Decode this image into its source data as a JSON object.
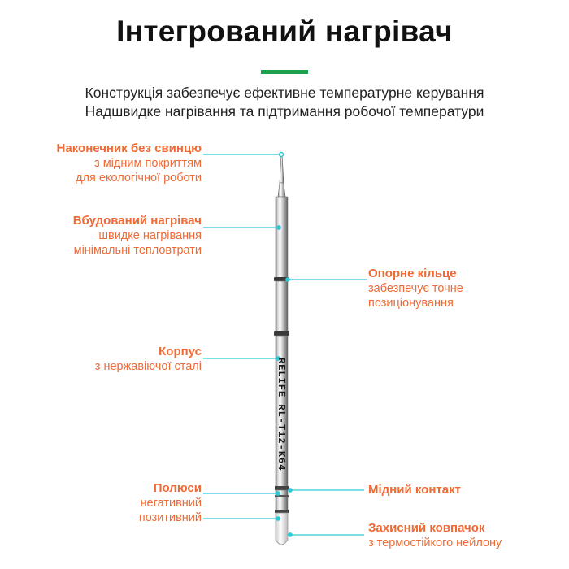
{
  "header": {
    "title": "Інтегрований нагрівач",
    "subtitle_1": "Конструкція забезпечує ефективне температурне керування",
    "subtitle_2": "Надшвидке нагрівання та підтримання робочої температури"
  },
  "colors": {
    "accent": "#ef6a35",
    "leader": "#2ec9d6",
    "underline": "#1aa34a"
  },
  "tip_brand": "RELIFE RL-T12-K64",
  "callouts": {
    "tip": {
      "title": "Наконечник без свинцю",
      "line1": "з мідним покриттям",
      "line2": "для екологічної роботи"
    },
    "heater": {
      "title": "Вбудований нагрівач",
      "line1": "швидке нагрівання",
      "line2": "мінімальні тепловтрати"
    },
    "ring": {
      "title": "Опорне кільце",
      "line1": "забезпечує точне",
      "line2": "позиціонування"
    },
    "body": {
      "title": "Корпус",
      "line1": "з нержавіючої сталі"
    },
    "poles": {
      "title": "Полюси",
      "line1": "негативний",
      "line2": "позитивний"
    },
    "contact": {
      "title": "Мідний контакт"
    },
    "cap": {
      "title": "Захисний ковпачок",
      "line1": "з термостійкого нейлону"
    }
  }
}
